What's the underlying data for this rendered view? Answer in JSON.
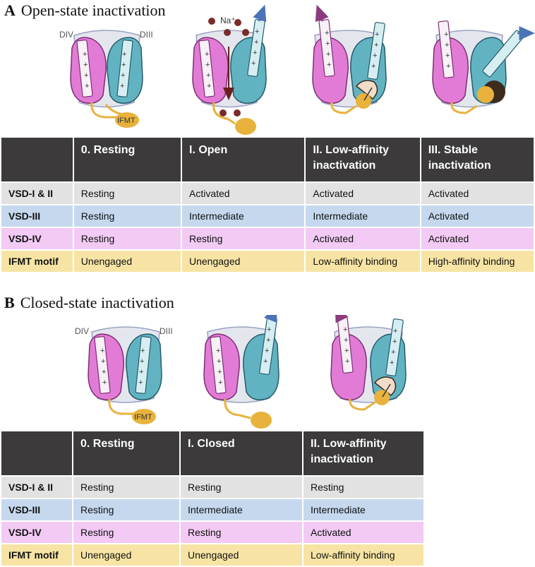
{
  "panel_a": {
    "letter": "A",
    "title": "Open-state inactivation",
    "labels": {
      "div": "DIV",
      "diii": "DIII",
      "ifmt": "IFMT",
      "na": "Na⁺"
    },
    "table": {
      "headers": [
        "",
        "0. Resting",
        "I. Open",
        "II. Low-affinity inactivation",
        "III. Stable inactivation"
      ],
      "rows": [
        {
          "label": "VSD-I & II",
          "cells": [
            "Resting",
            "Activated",
            "Activated",
            "Activated"
          ]
        },
        {
          "label": "VSD-III",
          "cells": [
            "Resting",
            "Intermediate",
            "Intermediate",
            "Activated"
          ]
        },
        {
          "label": "VSD-IV",
          "cells": [
            "Resting",
            "Resting",
            "Activated",
            "Activated"
          ]
        },
        {
          "label": "IFMT motif",
          "cells": [
            "Unengaged",
            "Unengaged",
            "Low-affinity binding",
            "High-affinity binding"
          ]
        }
      ]
    }
  },
  "panel_b": {
    "letter": "B",
    "title": "Closed-state inactivation",
    "labels": {
      "div": "DIV",
      "diii": "DIII",
      "ifmt": "IFMT"
    },
    "table": {
      "headers": [
        "",
        "0. Resting",
        "I. Closed",
        "II. Low-affinity inactivation"
      ],
      "rows": [
        {
          "label": "VSD-I & II",
          "cells": [
            "Resting",
            "Resting",
            "Resting"
          ]
        },
        {
          "label": "VSD-III",
          "cells": [
            "Resting",
            "Intermediate",
            "Intermediate"
          ]
        },
        {
          "label": "VSD-IV",
          "cells": [
            "Resting",
            "Resting",
            "Activated"
          ]
        },
        {
          "label": "IFMT motif",
          "cells": [
            "Unengaged",
            "Unengaged",
            "Low-affinity binding"
          ]
        }
      ]
    }
  },
  "colors": {
    "header_bg": "#3c3a3a",
    "vsd_i_ii_row": "#e2e2e2",
    "vsd_iii_row": "#c5d8ee",
    "vsd_iv_row": "#f2caf4",
    "ifmt_row": "#f7e4a4",
    "div_domain": "#e27bd6",
    "diii_domain": "#62b3c2",
    "ifmt_particle": "#e8b23c",
    "arrow": "#4b73b7",
    "ion": "#7a2a2a"
  }
}
